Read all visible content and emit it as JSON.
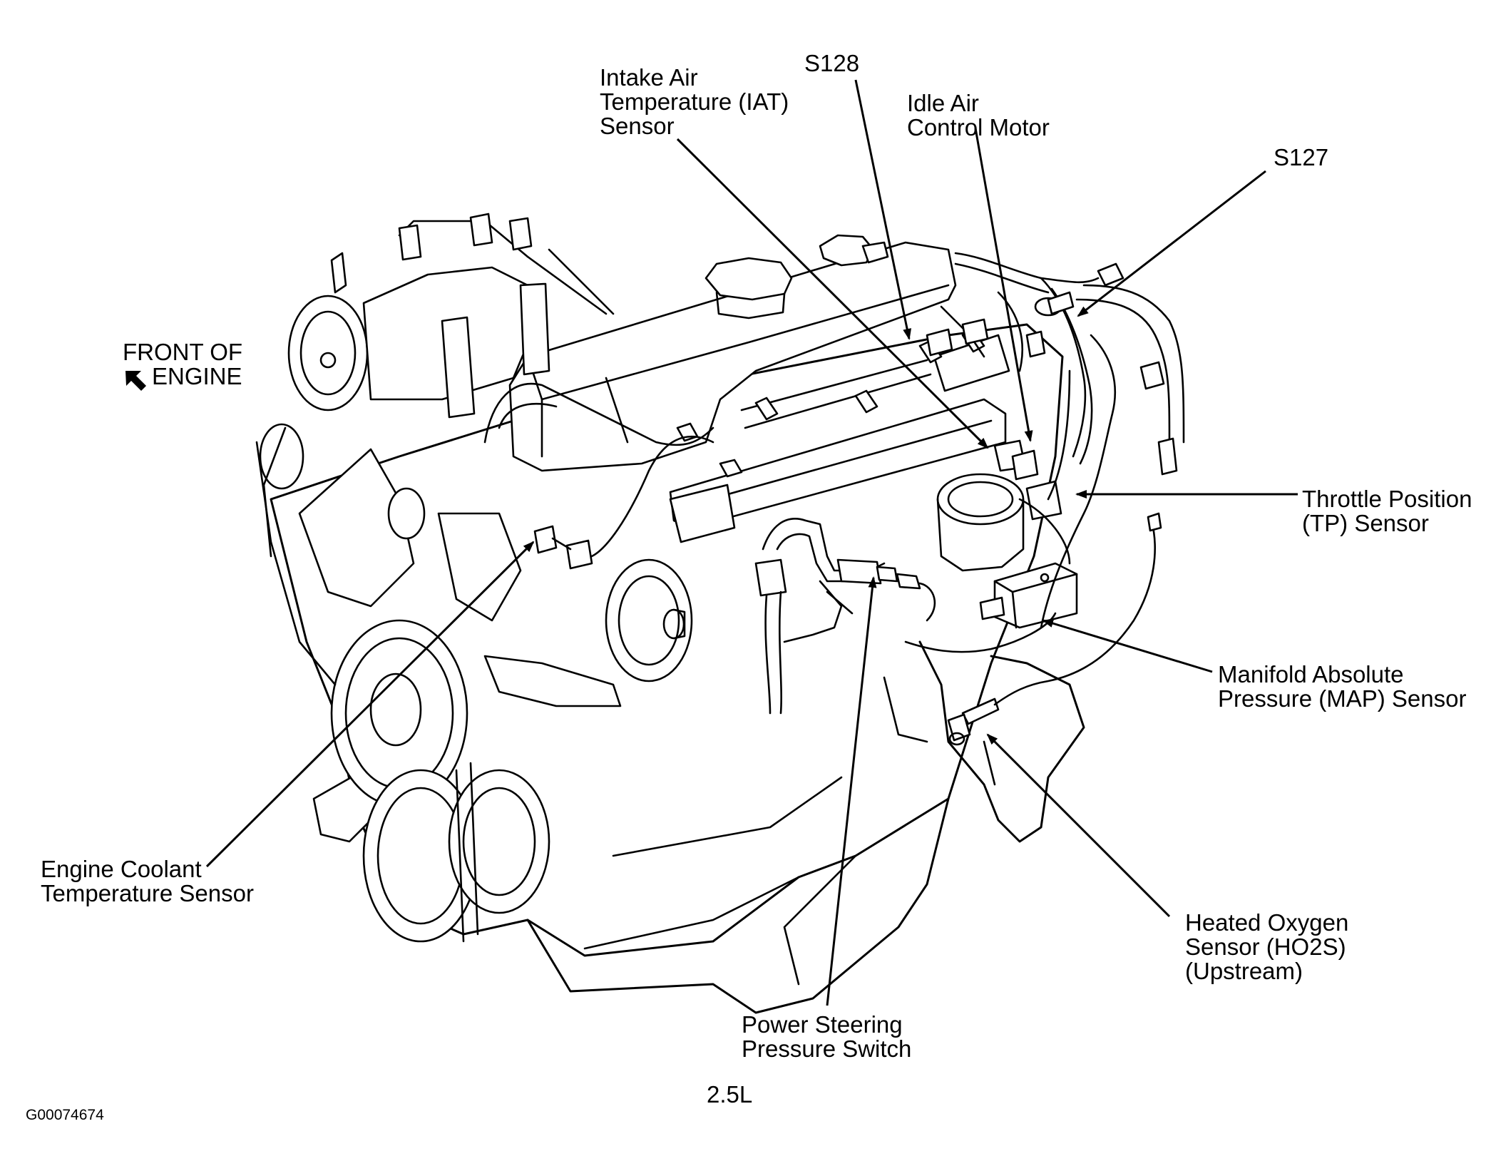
{
  "labels": {
    "iat_sensor": "Intake Air\nTemperature (IAT)\nSensor",
    "s128": "S128",
    "idle_air_control": "Idle Air\nControl Motor",
    "s127": "S127",
    "front_of_engine_line1": "FRONT OF",
    "front_of_engine_line2": "ENGINE",
    "throttle_position": "Throttle Position\n(TP) Sensor",
    "map_sensor": "Manifold Absolute\nPressure (MAP) Sensor",
    "ho2s": "Heated Oxygen\nSensor (HO2S)\n(Upstream)",
    "coolant_temp": "Engine Coolant\nTemperature Sensor",
    "power_steering": "Power Steering\nPressure Switch",
    "engine_size": "2.5L",
    "figure_id": "G00074674"
  },
  "icons": {
    "front_arrow": "arrow-up-left-icon"
  }
}
